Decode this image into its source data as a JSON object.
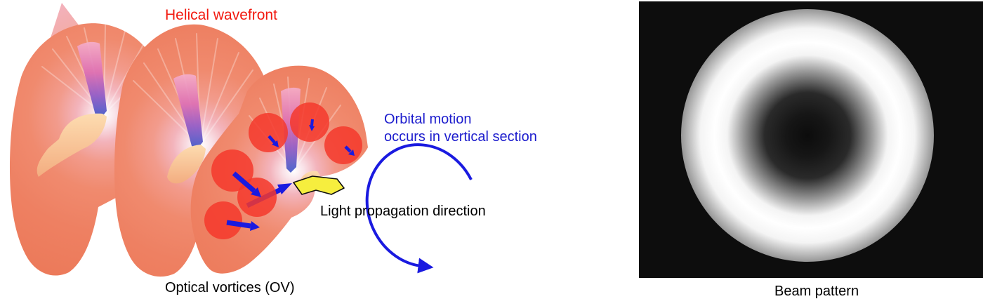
{
  "left": {
    "title": "Helical wavefront",
    "orbital_line1": "Orbital motion",
    "orbital_line2": "occurs in vertical section",
    "propagation_label": "Light propagation direction",
    "vortices_label": "Optical vortices (OV)",
    "vortex_count": 6
  },
  "right": {
    "caption": "Beam pattern"
  },
  "icons": {
    "helix_surface": "helical-wavefront-3d-spiral",
    "vortex_markers": "red-filled-circles",
    "vortex_motion_arrows": "small-blue-arrows",
    "propagation_arrow": "yellow-block-arrow-right",
    "orbital_motion_arrow": "blue-open-ellipse-arrow",
    "beam_ring": "white-donut-on-black"
  },
  "colors": {
    "label_red": "#f2190f",
    "label_blue": "#1c1ccd",
    "label_black": "#000000",
    "vortex_red": "#f5382b",
    "arrow_blue": "#1a1ae0",
    "propagation_yellow": "#f6ee3e",
    "helix_salmon": "#ec7a5a",
    "helix_peach": "#fddcb0",
    "helix_purple": "#9059c5",
    "helix_deep_blue": "#3b55c6",
    "beam_background": "#0d0d0d",
    "beam_ring": "#ffffff"
  }
}
